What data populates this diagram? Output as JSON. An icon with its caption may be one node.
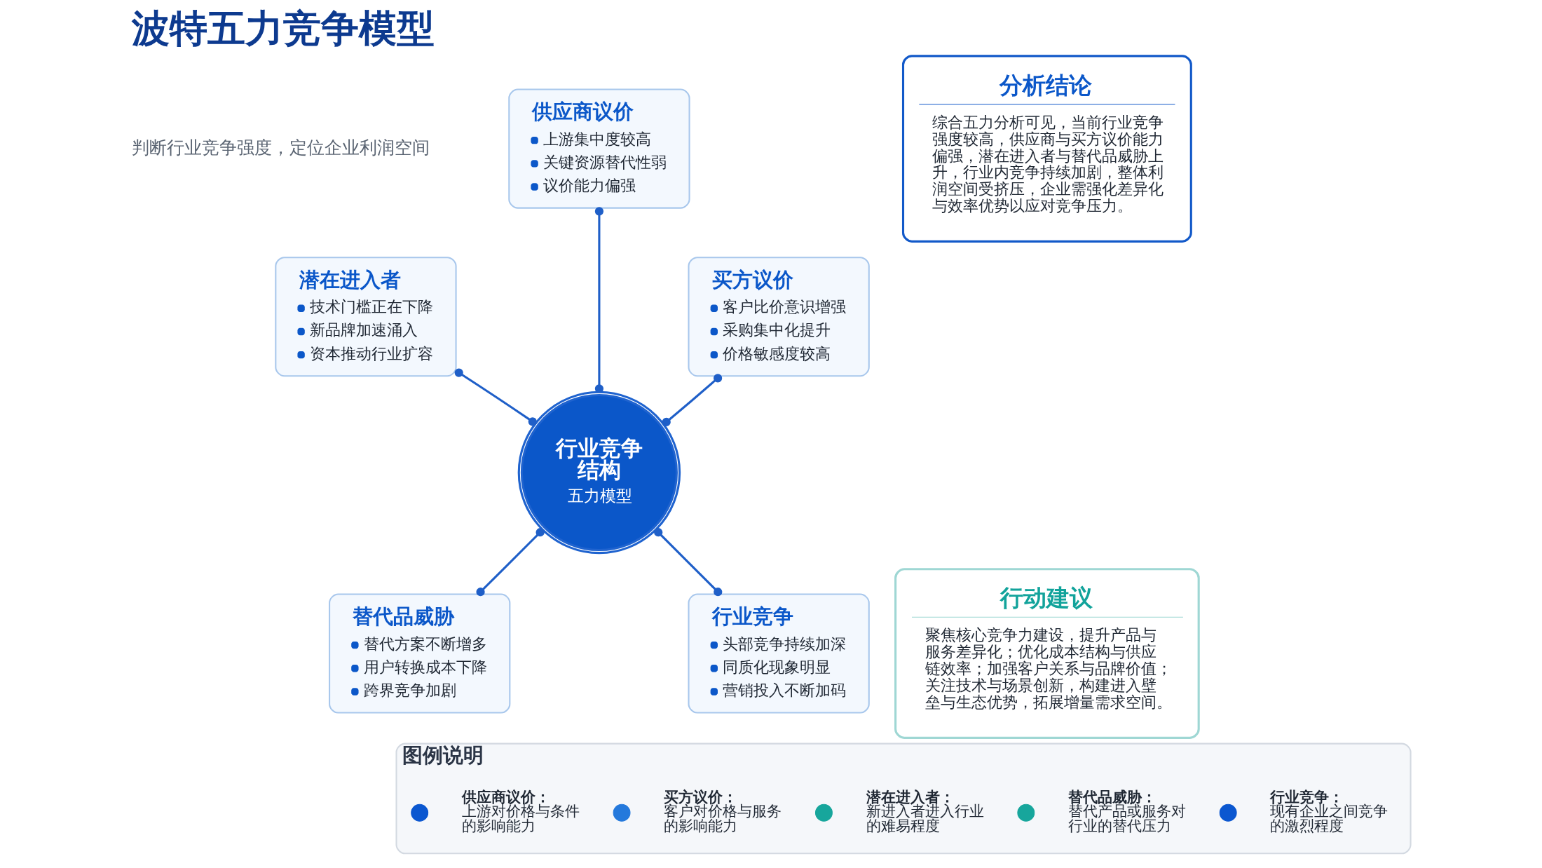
{
  "diagram": {
    "title": "波特五力竞争模型",
    "nodes": [
      {
        "text": [
          "行业竞争结构",
          "五力模型"
        ]
      },
      {
        "text": [
          "供应商议价",
          "上游集中度较高",
          "关键资源替代性弱",
          "议价能力偏强"
        ]
      },
      {
        "text": [
          "潜在进入者",
          "技术门槛正在下降",
          "新品牌加速涌入",
          "资本推动行业扩容"
        ]
      },
      {
        "text": [
          "买方议价",
          "客户比价意识增强",
          "采购集中化提升",
          "价格敏感度较高"
        ]
      },
      {
        "text": [
          "替代品威胁",
          "替代方案不断增多",
          "用户转换成本下降",
          "跨界竞争加剧"
        ]
      },
      {
        "text": [
          "行业竞争",
          "头部竞争持续加深",
          "同质化现象明显",
          "营销投入不断加码"
        ]
      },
      {
        "text": [
          "分析结论",
          "综合五力分析可见，当前行业竞争强度较高，供应商与买方议价能力偏强，潜在进入者与替代品威胁上升，行业内竞争持续加剧，整体利润空间受挤压，企业需强化差异化与效率优势以应对竞争压力。"
        ]
      },
      {
        "text": [
          "行动建议",
          "聚焦核心竞争力建设，提升产品与服务差异化；优化成本结构与供应链效率；加强客户关系与品牌价值；关注技术与场景创新，构建进入壁垒与生态优势，拓展增量需求空间。"
        ]
      },
      {
        "text": [
          "图例说明"
        ]
      }
    ],
    "edges": [
      {
        "from": 0,
        "to": 1,
        "arrow": "other"
      },
      {
        "from": 0,
        "to": 2,
        "arrow": "other"
      },
      {
        "from": 0,
        "to": 3,
        "arrow": "other"
      },
      {
        "from": 0,
        "to": 4,
        "arrow": "other"
      },
      {
        "from": 0,
        "to": 5,
        "arrow": "other"
      }
    ],
    "labels": [
      "判断行业竞争强度，定位企业利润空间"
    ],
    "legend": [
      {
        "text": "**供应商议价：**上游对价格与条件的影响能力",
        "color": "#0b57d0"
      },
      {
        "text": "**买方议价：**客户对价格与服务的影响能力",
        "color": "#2479dc"
      },
      {
        "text": "**潜在进入者：**新进入者进入行业的难易程度",
        "color": "#17a69c"
      },
      {
        "text": "**替代品威胁：**替代产品或服务对行业的替代压力",
        "color": "#17a69c"
      },
      {
        "text": "**行业竞争：**现有企业之间竞争的激烈程度",
        "color": "#0b57d0"
      }
    ]
  }
}
